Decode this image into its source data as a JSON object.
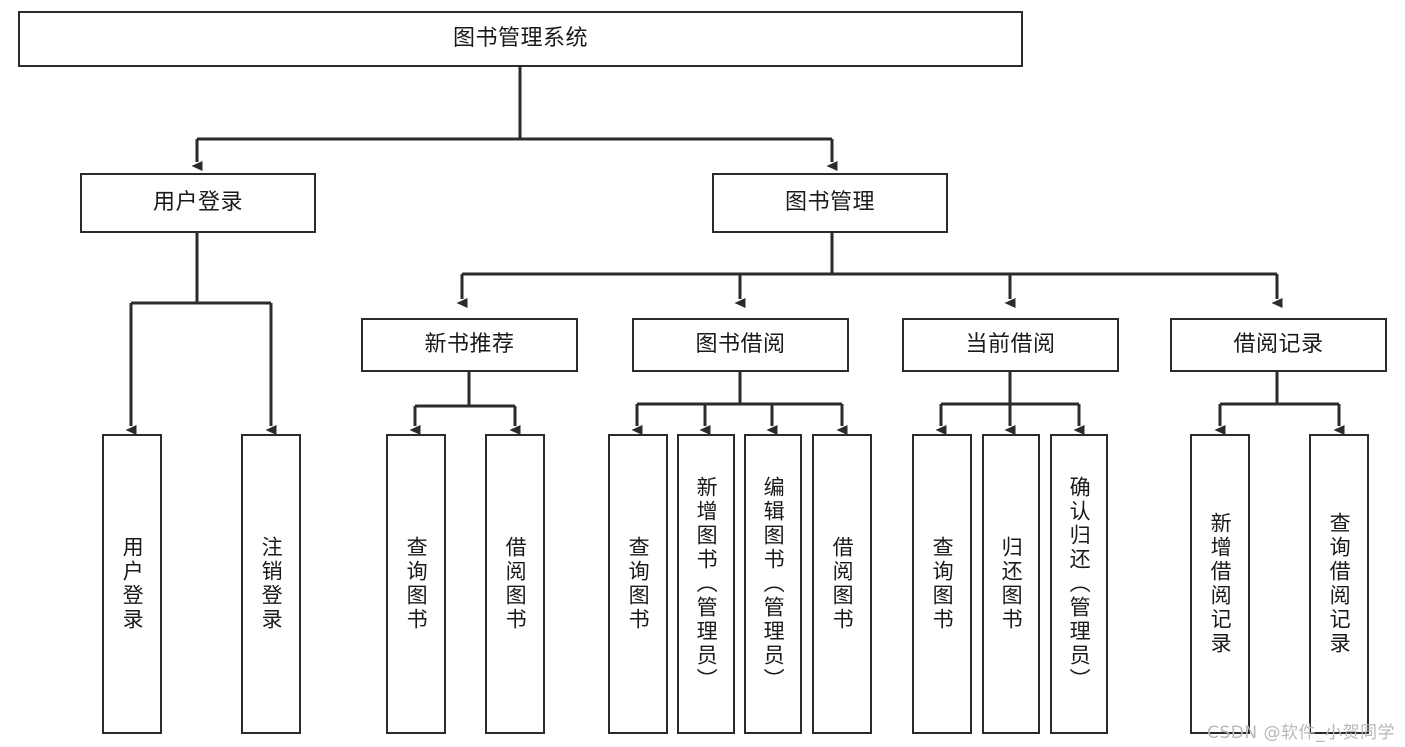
{
  "diagram": {
    "title": "图书管理系统",
    "type": "tree-hierarchy",
    "root": {
      "label": "图书管理系统"
    },
    "level2": [
      {
        "label": "用户登录"
      },
      {
        "label": "图书管理"
      }
    ],
    "level3": [
      {
        "label": "新书推荐"
      },
      {
        "label": "图书借阅"
      },
      {
        "label": "当前借阅"
      },
      {
        "label": "借阅记录"
      }
    ],
    "leaves": {
      "user_login": [
        {
          "label": "用户登录"
        },
        {
          "label": "注销登录"
        }
      ],
      "new_book_recommend": [
        {
          "label": "查询图书"
        },
        {
          "label": "借阅图书"
        }
      ],
      "book_borrow": [
        {
          "label": "查询图书"
        },
        {
          "label": "新增图书（管理员）"
        },
        {
          "label": "编辑图书（管理员）"
        },
        {
          "label": "借阅图书"
        }
      ],
      "current_borrow": [
        {
          "label": "查询图书"
        },
        {
          "label": "归还图书"
        },
        {
          "label": "确认归还（管理员）"
        }
      ],
      "borrow_records": [
        {
          "label": "新增借阅记录"
        },
        {
          "label": "查询借阅记录"
        }
      ]
    }
  },
  "watermark": {
    "text": "CSDN @软件_小贺同学"
  },
  "colors": {
    "stroke": "#2b2b2b",
    "box_fill": "#ffffff",
    "text": "#1a1a1a",
    "watermark": "#b8b8b8",
    "background": "#ffffff"
  }
}
